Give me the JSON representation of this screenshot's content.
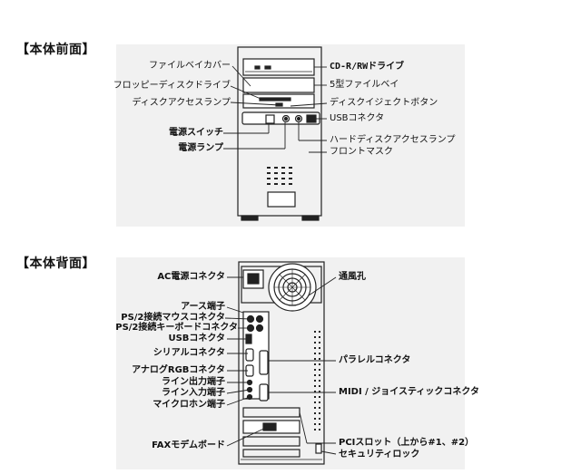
{
  "front": {
    "title": "【本体前面】",
    "labels": {
      "bay_cover": "ファイルベイカバー",
      "floppy_drive": "フロッピーディスクドライブ",
      "disk_access_lamp": "ディスクアクセスランプ",
      "power_switch": "電源スイッチ",
      "power_lamp": "電源ランプ",
      "cdrw_drive": "CD-R/RWドライブ",
      "file_bay_5": "5型ファイルベイ",
      "disk_eject_button": "ディスクイジェクトボタン",
      "usb_connector": "USBコネクタ",
      "hdd_access_lamp": "ハードディスクアクセスランプ",
      "front_mask": "フロントマスク"
    }
  },
  "back": {
    "title": "【本体背面】",
    "labels": {
      "ac_power_connector": "AC電源コネクタ",
      "ground_terminal": "アース端子",
      "ps2_mouse": "PS/2接続マウスコネクタ",
      "ps2_keyboard": "PS/2接続キーボードコネクタ",
      "usb_connector": "USBコネクタ",
      "serial_connector": "シリアルコネクタ",
      "analog_rgb": "アナログRGBコネクタ",
      "line_out": "ライン出力端子",
      "line_in": "ライン入力端子",
      "mic_in": "マイクロホン端子",
      "fax_modem_board": "FAXモデムボード",
      "vent": "通風孔",
      "parallel_connector": "パラレルコネクタ",
      "midi_joystick": "MIDI / ジョイスティックコネクタ",
      "pci_slots": "PCIスロット（上から#1、#2）",
      "security_lock": "セキュリティロック"
    }
  }
}
